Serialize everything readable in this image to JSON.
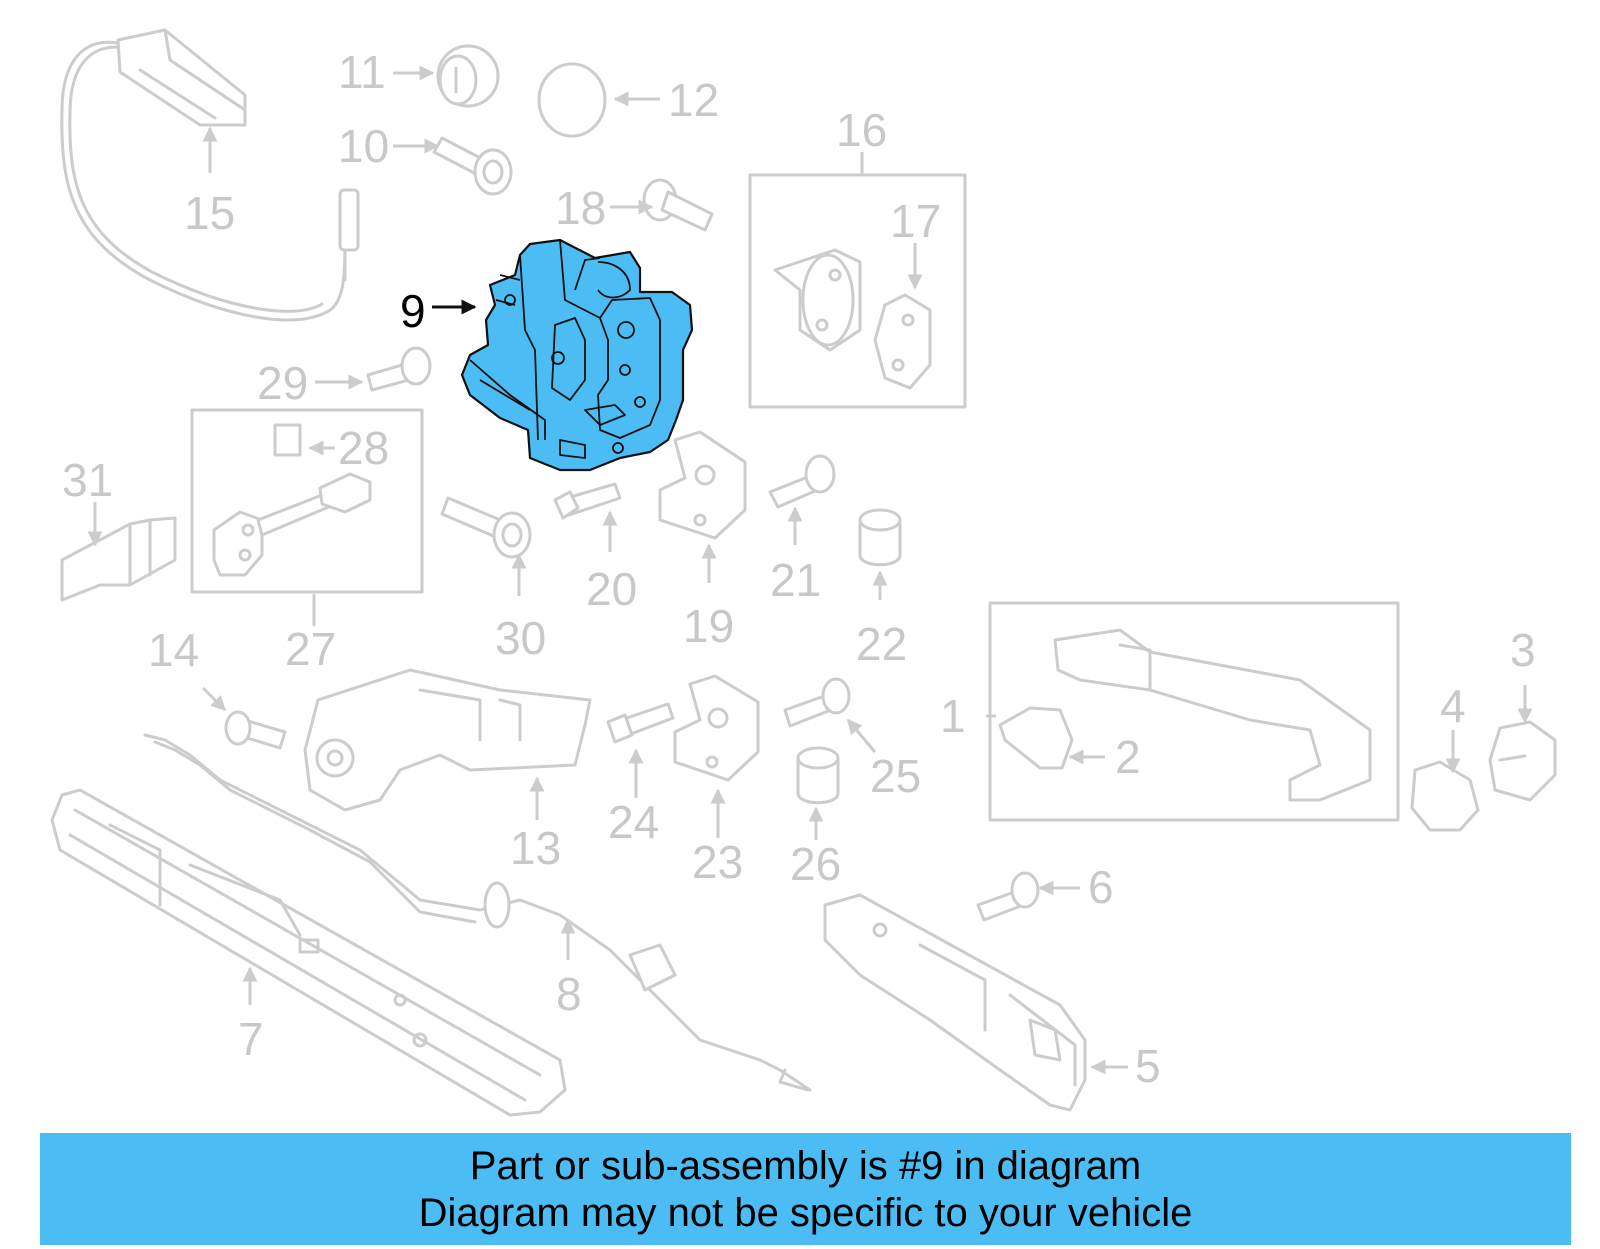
{
  "diagram": {
    "selected_part": "9",
    "callouts": [
      "1",
      "2",
      "3",
      "4",
      "5",
      "6",
      "7",
      "8",
      "9",
      "10",
      "11",
      "12",
      "13",
      "14",
      "15",
      "16",
      "17",
      "18",
      "19",
      "20",
      "21",
      "22",
      "23",
      "24",
      "25",
      "26",
      "27",
      "28",
      "29",
      "30",
      "31"
    ]
  },
  "banner": {
    "line1": "Part or sub-assembly is #9 in diagram",
    "line2": "Diagram may not be specific to your vehicle"
  },
  "colors": {
    "highlight": "#4bbcf4",
    "banner": "#4bbcf4",
    "line_art": "#cccccc",
    "selected_label": "#000000"
  }
}
